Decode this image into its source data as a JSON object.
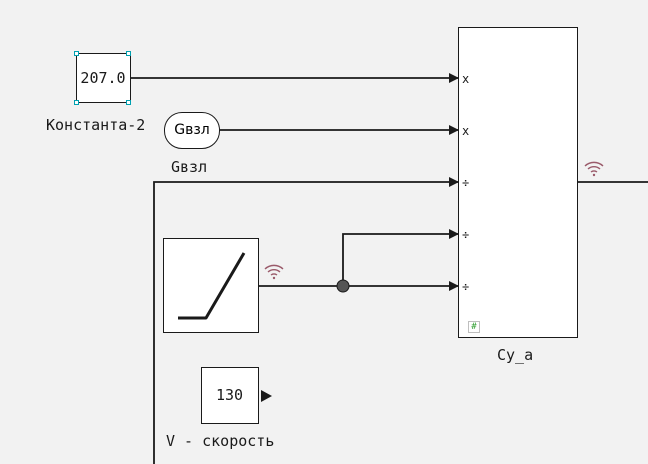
{
  "blocks": {
    "constant2": {
      "value": "207.0",
      "label": "Константа-2"
    },
    "from_gvzl": {
      "tag": "Gвзл",
      "label": "Gвзл"
    },
    "product": {
      "label": "Cy_a",
      "ports": [
        "x",
        "x",
        "÷",
        "÷",
        "÷"
      ],
      "badge": "#"
    },
    "lookup": {
      "label": ""
    },
    "speed": {
      "value": "130",
      "label": "V - скорость"
    }
  },
  "icons": {
    "signal": "wifi-signal-icon",
    "lookup": "ramp-curve-icon",
    "junction": "branch-point-icon"
  },
  "colors": {
    "background": "#f2f2f2",
    "line": "#1a1a1a",
    "signal_icon": "#9a5a6a",
    "selection_handle": "#00a0b0",
    "junction": "#555555"
  }
}
